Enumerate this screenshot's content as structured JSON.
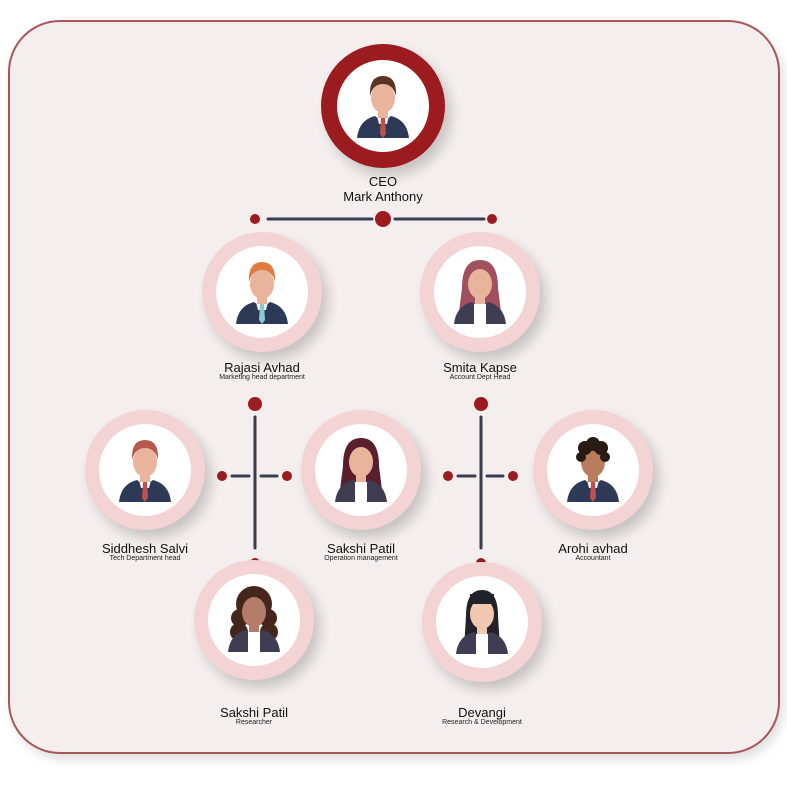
{
  "colors": {
    "frame_border": "#a9565b",
    "background": "#f4eeee",
    "ceo_ring": "#9b1b1f",
    "member_ring": "#f3d3d3",
    "connector_dot": "#9b1b1f",
    "connector_line": "#3a3d4e"
  },
  "ceo": {
    "title": "CEO",
    "name": "Mark Anthony",
    "avatar": {
      "gender": "male",
      "hair": "#5a3526",
      "skin": "#e8b49c",
      "suit": "#2d3a57",
      "tie": "#c0504d"
    }
  },
  "members": [
    {
      "id": "rajasi",
      "name": "Rajasi Avhad",
      "role": "Marketing head department",
      "avatar": {
        "gender": "male",
        "hair": "#e07a3f",
        "skin": "#e8b49c",
        "suit": "#2d3a57",
        "tie": "#8cc9d2"
      }
    },
    {
      "id": "smita",
      "name": "Smita Kapse",
      "role": "Account Dept Head",
      "avatar": {
        "gender": "female",
        "hair": "#a0505e",
        "skin": "#e8b49c",
        "suit": "#3f3d52"
      }
    },
    {
      "id": "siddhesh",
      "name": "Siddhesh Salvi",
      "role": "Tech Department head",
      "avatar": {
        "gender": "male",
        "hair": "#b8584c",
        "skin": "#e8b49c",
        "suit": "#2d3a57",
        "tie": "#c0504d"
      }
    },
    {
      "id": "sakshi-op",
      "name": "Sakshi Patil",
      "role": "Operation management",
      "avatar": {
        "gender": "female",
        "hair": "#5a1f2c",
        "skin": "#e8b49c",
        "suit": "#3f3d52"
      }
    },
    {
      "id": "arohi",
      "name": "Arohi avhad",
      "role": "Accountant",
      "avatar": {
        "gender": "male-curly",
        "hair": "#2a1a14",
        "skin": "#b97c5c",
        "suit": "#2d3a57",
        "tie": "#c0504d"
      }
    },
    {
      "id": "sakshi-res",
      "name": "Sakshi Patil",
      "role": "Researcher",
      "avatar": {
        "gender": "female-curly",
        "hair": "#45261c",
        "skin": "#b47c6a",
        "suit": "#3f3d52"
      }
    },
    {
      "id": "devangi",
      "name": "Devangi",
      "role": "Research & Development",
      "avatar": {
        "gender": "female-straight",
        "hair": "#22222a",
        "skin": "#f0c8b0",
        "suit": "#3f3d52"
      }
    }
  ]
}
